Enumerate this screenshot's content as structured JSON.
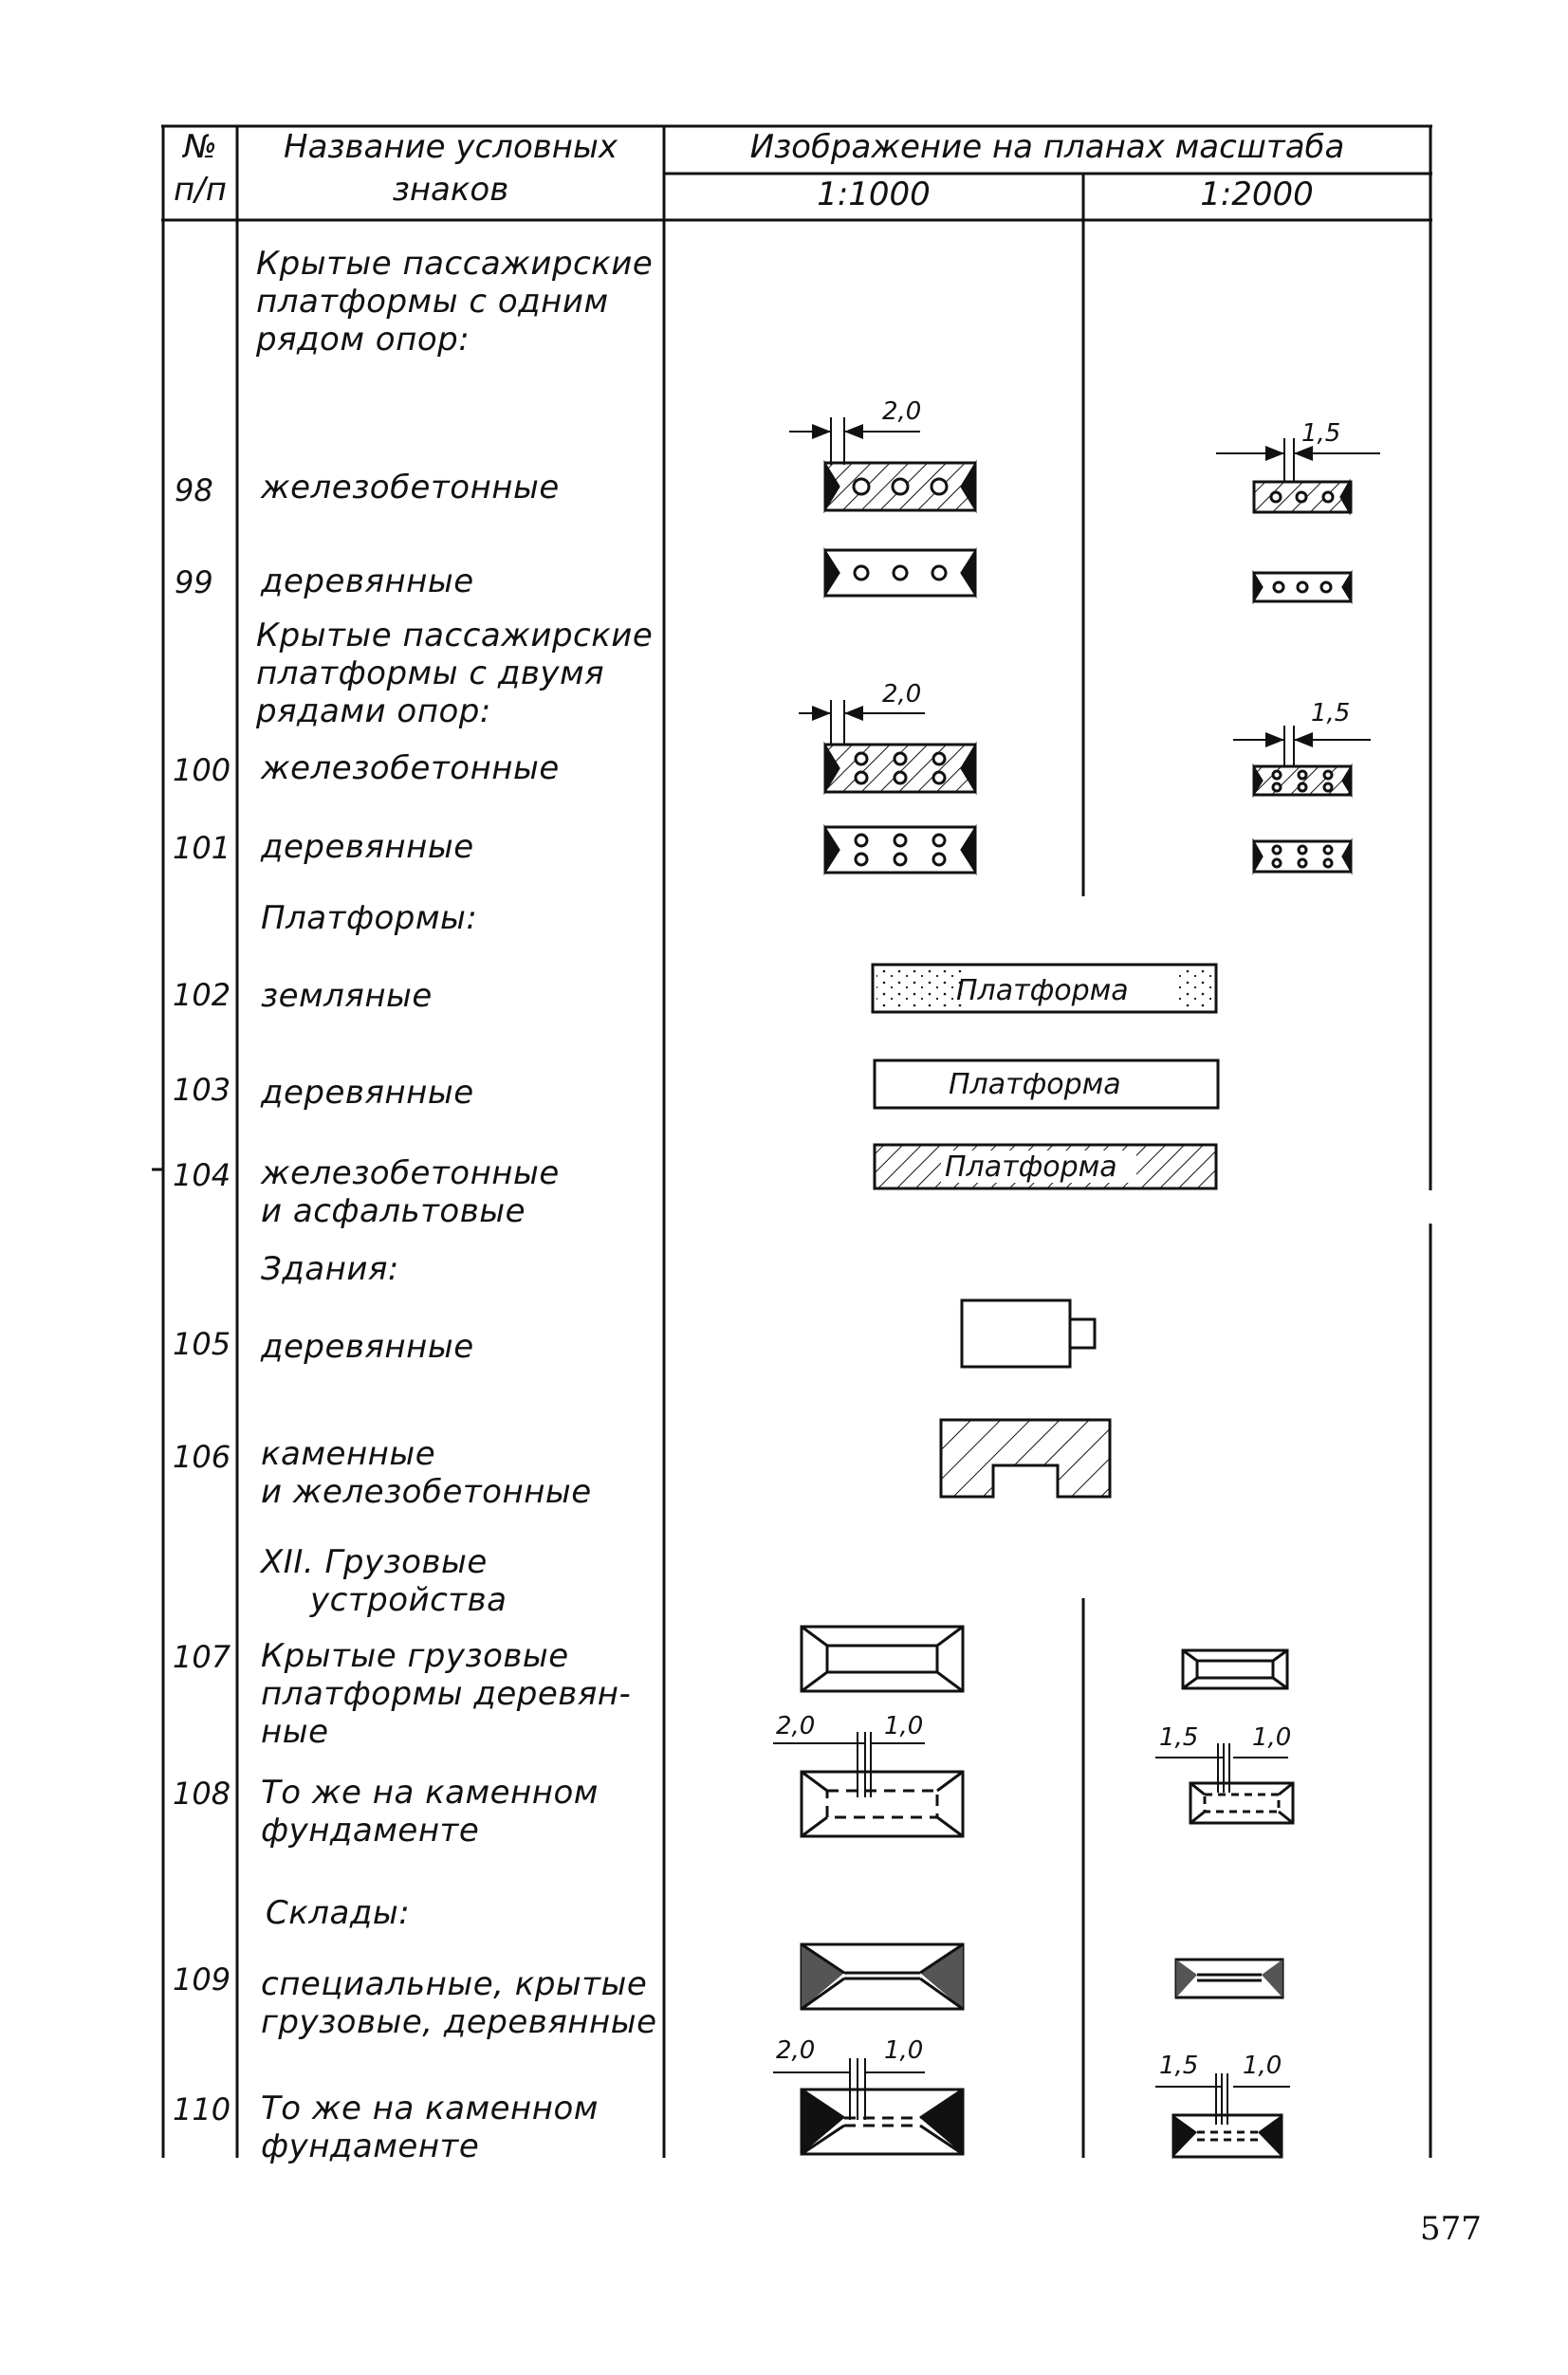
{
  "header": {
    "col_num": [
      "№",
      "п/п"
    ],
    "col_name": [
      "Название условных",
      "знаков"
    ],
    "col_image": "Изображение на планах масштаба",
    "scale_1000": "1:1000",
    "scale_2000": "1:2000"
  },
  "rows": [
    {
      "id": "h1",
      "num": "",
      "name": [
        "Крытые пассажирские",
        "платформы с одним",
        "рядом опор:"
      ]
    },
    {
      "id": "r98",
      "num": "98",
      "name": [
        "железобетонные"
      ]
    },
    {
      "id": "r99",
      "num": "99",
      "name": [
        "деревянные"
      ]
    },
    {
      "id": "h2",
      "num": "",
      "name": [
        "Крытые пассажирские",
        "платформы с двумя",
        "рядами опор:"
      ]
    },
    {
      "id": "r100",
      "num": "100",
      "name": [
        "железобетонные"
      ]
    },
    {
      "id": "r101",
      "num": "101",
      "name": [
        "деревянные"
      ]
    },
    {
      "id": "h3",
      "num": "",
      "name": [
        "Платформы:"
      ]
    },
    {
      "id": "r102",
      "num": "102",
      "name": [
        "земляные"
      ]
    },
    {
      "id": "r103",
      "num": "103",
      "name": [
        "деревянные"
      ]
    },
    {
      "id": "r104",
      "num": "104",
      "name": [
        "железобетонные",
        "и асфальтовые"
      ]
    },
    {
      "id": "h4",
      "num": "",
      "name": [
        "Здания:"
      ]
    },
    {
      "id": "r105",
      "num": "105",
      "name": [
        "деревянные"
      ]
    },
    {
      "id": "r106",
      "num": "106",
      "name": [
        "каменные",
        "и железобетонные"
      ]
    },
    {
      "id": "h5",
      "num": "",
      "name": [
        "XII. Грузовые",
        "устройства"
      ]
    },
    {
      "id": "r107",
      "num": "107",
      "name": [
        "Крытые грузовые",
        "платформы деревян-",
        "ные"
      ]
    },
    {
      "id": "r108",
      "num": "108",
      "name": [
        "То же на каменном",
        "фундаменте"
      ]
    },
    {
      "id": "h6",
      "num": "",
      "name": [
        "Склады:"
      ]
    },
    {
      "id": "r109",
      "num": "109",
      "name": [
        "специальные, крытые",
        "грузовые, деревянные"
      ]
    },
    {
      "id": "r110",
      "num": "110",
      "name": [
        "То же на каменном",
        "фундаменте"
      ]
    }
  ],
  "dimensions": {
    "d20": "2,0",
    "d15": "1,5",
    "d10": "1,0"
  },
  "platform_label": "Платформа",
  "page_number": "577"
}
